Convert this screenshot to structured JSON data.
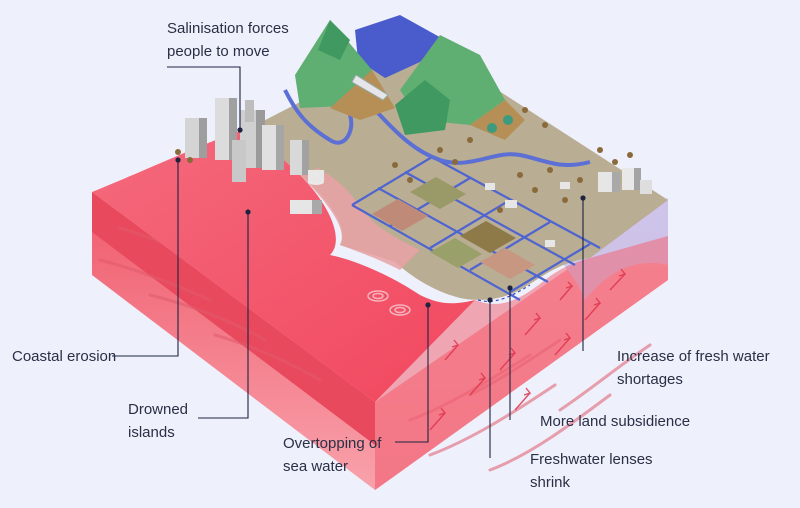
{
  "callouts": {
    "salinisation": [
      "Salinisation forces",
      "people to move"
    ],
    "coastal_erosion": [
      "Coastal erosion"
    ],
    "drowned_islands": [
      "Drowned",
      "islands"
    ],
    "overtopping": [
      "Overtopping of",
      "sea water"
    ],
    "freshwater_lenses": [
      "Freshwater lenses",
      "shrink"
    ],
    "land_subsidence": [
      "More land subsidience"
    ],
    "fresh_water_shortages": [
      "Increase of fresh water",
      "shortages"
    ]
  },
  "colors": {
    "background": "#eef0fb",
    "sea_top": "#f0566a",
    "sea_front": "#f58a96",
    "soil_side": "#f48c98",
    "land": "#b7ad93",
    "river": "#5b6fd4",
    "fields_grid": "#4e64d0",
    "forest": "#4fa86a",
    "mountain": "#b8955a",
    "city": "#c9c9c9",
    "leader_line": "#1d2340"
  },
  "icons": [
    "city-icon",
    "dam-icon",
    "tree-icon",
    "house-icon",
    "arrow-icon"
  ]
}
